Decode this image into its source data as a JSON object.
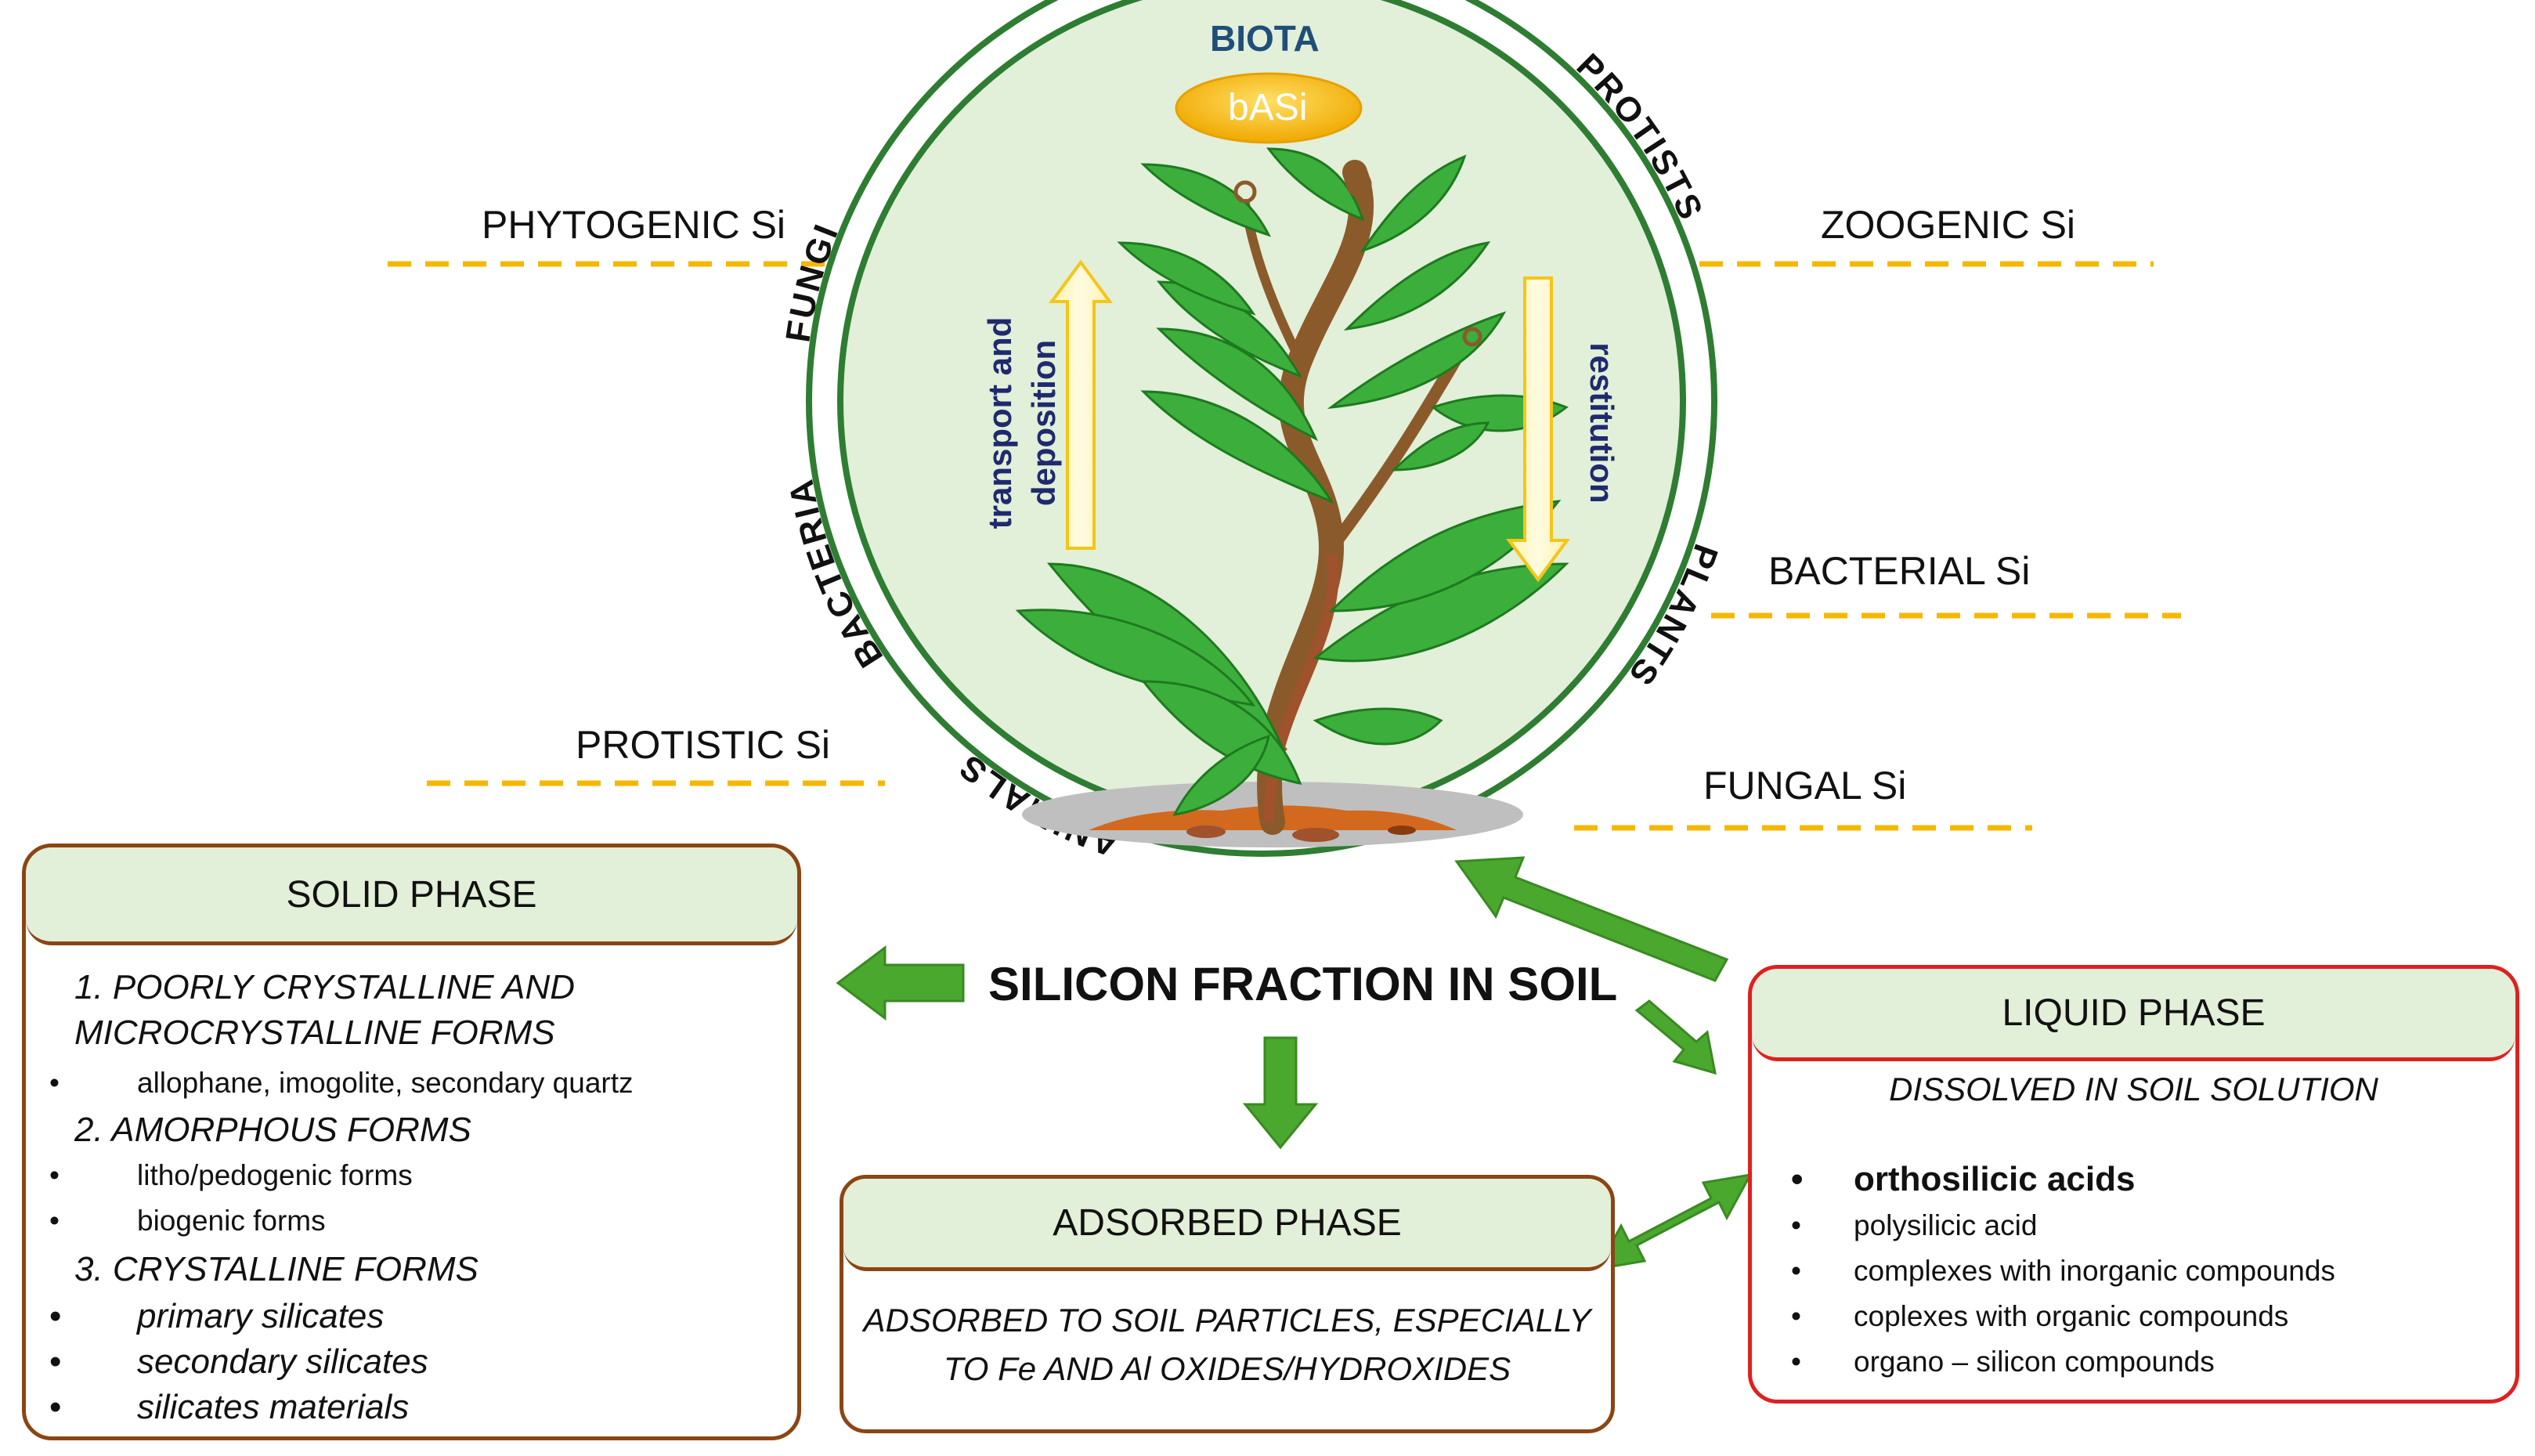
{
  "biota": {
    "title": "BIOTA",
    "basi": "bASi",
    "ring_labels": [
      "PLANTS",
      "ANIMALS",
      "BACTERIA",
      "FUNGI",
      "PROTISTS"
    ],
    "up_arrow_label_1": "transport and",
    "up_arrow_label_2": "deposition",
    "down_arrow_label": "restitution"
  },
  "silicon_types": {
    "phytogenic": "PHYTOGENIC Si",
    "zoogenic": "ZOOGENIC Si",
    "bacterial": "BACTERIAL Si",
    "protistic": "PROTISTIC Si",
    "fungal": "FUNGAL Si"
  },
  "center_title": "SILICON FRACTION IN SOIL",
  "solid_phase": {
    "title": "SOLID PHASE",
    "h1_line1": "1. POORLY CRYSTALLINE AND",
    "h1_line2": "MICROCRYSTALLINE FORMS",
    "h1_items": [
      "allophane, imogolite, secondary quartz"
    ],
    "h2": "2. AMORPHOUS FORMS",
    "h2_items": [
      "litho/pedogenic forms",
      "biogenic forms"
    ],
    "h3": "3. CRYSTALLINE FORMS",
    "h3_items": [
      "primary silicates",
      "secondary silicates",
      "silicates materials"
    ]
  },
  "adsorbed_phase": {
    "title": "ADSORBED PHASE",
    "line1": "ADSORBED TO SOIL PARTICLES, ESPECIALLY",
    "line2": "TO Fe AND Al OXIDES/HYDROXIDES"
  },
  "liquid_phase": {
    "title": "LIQUID PHASE",
    "subtitle": "DISSOLVED IN SOIL SOLUTION",
    "items": [
      "orthosilicic acids",
      "polysilicic acid",
      "complexes with inorganic compounds",
      "coplexes with organic compounds",
      "organo – silicon compounds"
    ]
  },
  "colors": {
    "ring": "#2e7d32",
    "circle_fill": "#e2efd9",
    "dashed": "#f5b800",
    "arrow_green": "#4aa82e",
    "title_blue": "#1f4e79",
    "solid_border": "#8b4513",
    "liquid_border": "#e02020",
    "basi_fill": "#f2b800",
    "header_fill": "#e2efd9"
  }
}
